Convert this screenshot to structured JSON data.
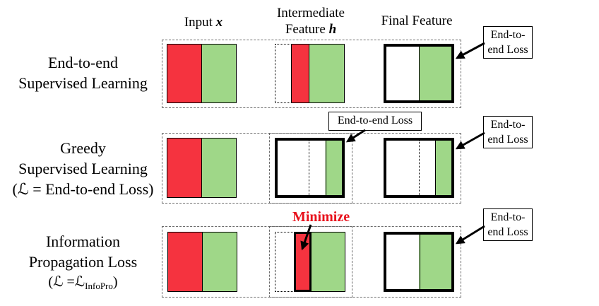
{
  "headers": {
    "input_label": "Input",
    "input_symbol": "x",
    "intermediate_line1": "Intermediate",
    "intermediate_line2": "Feature",
    "intermediate_symbol": "h",
    "final_label": "Final Feature"
  },
  "rows": [
    {
      "line1": "End-to-end",
      "line2": "Supervised Learning",
      "line3": ""
    },
    {
      "line1": "Greedy",
      "line2": "Supervised Learning",
      "line3": "(ℒ = End-to-end Loss)"
    },
    {
      "line1": "Information",
      "line2": "Propagation Loss",
      "line3_prefix": "(ℒ =ℒ",
      "line3_sub": "InfoPro",
      "line3_suffix": ")"
    }
  ],
  "loss_boxes": {
    "row1_final": "End-to-end Loss",
    "row2_intermediate": "End-to-end Loss",
    "row2_final": "End-to-end Loss",
    "row3_final": "End-to-end Loss"
  },
  "minimize_label": "Minimize",
  "colors": {
    "red": "#f5333f",
    "green": "#9fd788",
    "minimize": "#e8111c"
  }
}
